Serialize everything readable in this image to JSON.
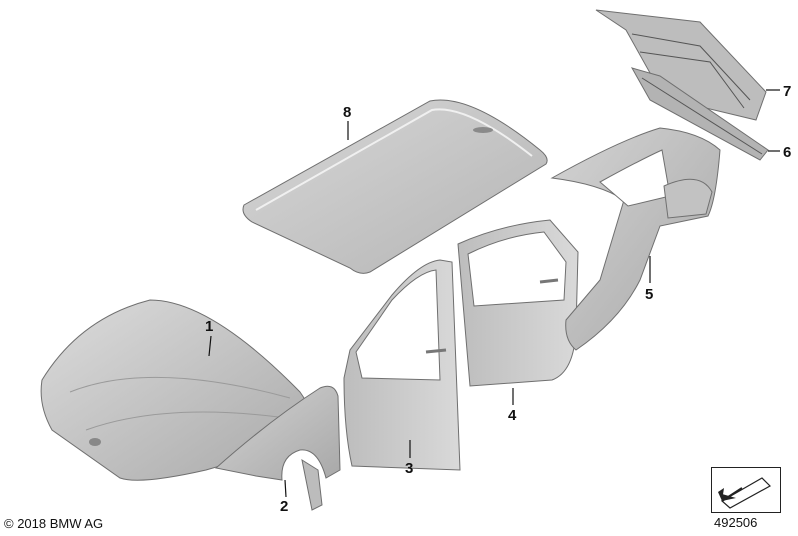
{
  "diagram": {
    "callouts": [
      {
        "id": "1",
        "label": "1"
      },
      {
        "id": "2",
        "label": "2"
      },
      {
        "id": "3",
        "label": "3"
      },
      {
        "id": "4",
        "label": "4"
      },
      {
        "id": "5",
        "label": "5"
      },
      {
        "id": "6",
        "label": "6"
      },
      {
        "id": "7",
        "label": "7"
      },
      {
        "id": "8",
        "label": "8"
      }
    ],
    "copyright": "© 2018 BMW AG",
    "document_number": "492506",
    "colors": {
      "panel_fill": "#cfcfcf",
      "panel_stroke": "#6f6f6f",
      "text": "#111111"
    }
  }
}
